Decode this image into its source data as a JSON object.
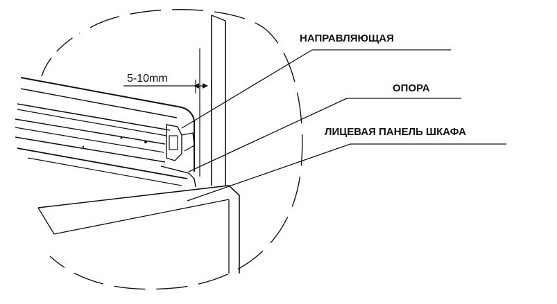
{
  "dimension": {
    "text": "5-10mm"
  },
  "labels": {
    "guide": "НАПРАВЛЯЮЩАЯ",
    "support": "ОПОРА",
    "panel": "ЛИЦЕВАЯ ПАНЕЛЬ ШКАФА"
  },
  "colors": {
    "line": "#111111",
    "background": "#ffffff"
  }
}
